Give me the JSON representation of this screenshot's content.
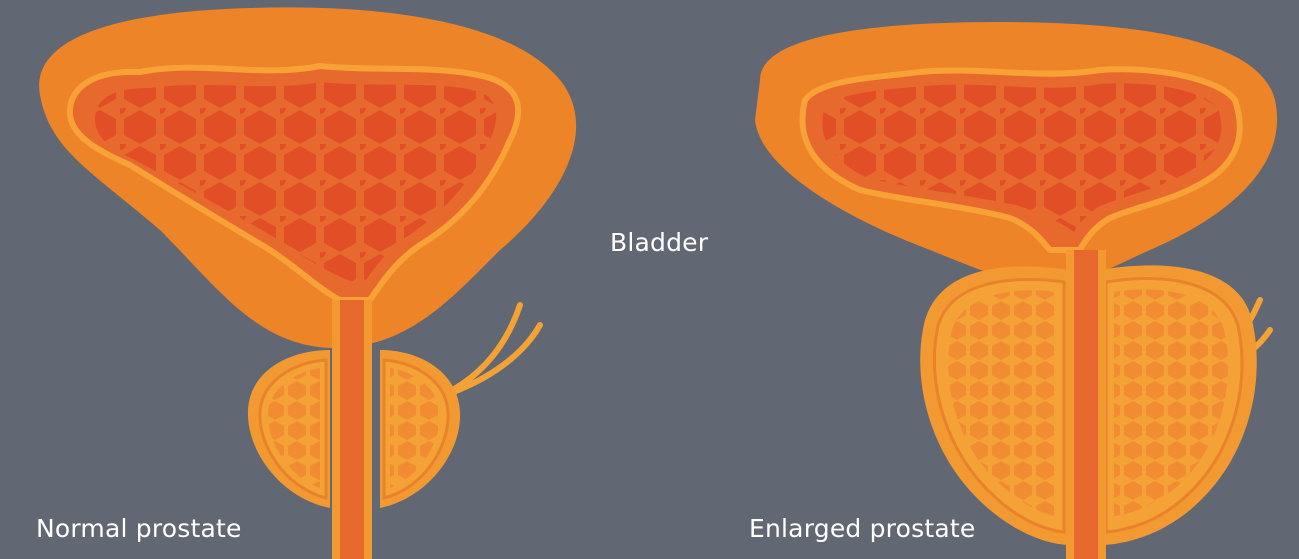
{
  "labels": {
    "normal": "Normal prostate",
    "bladder": "Bladder",
    "enlarged": "Enlarged prostate"
  },
  "colors": {
    "background": "#626873",
    "bladder_outer": "#ED8427",
    "bladder_wall_line": "#F7A237",
    "bladder_inner": "#E8692E",
    "cells_dark": "#E24F27",
    "prostate_outline": "#F29A31",
    "prostate_fill": "#F4A236",
    "prostate_rim": "#E8822B",
    "prostate_cells": "#F18C33",
    "urethra": "#EF7B2A"
  },
  "icons": {
    "normal": "normal-prostate-illustration",
    "enlarged": "enlarged-prostate-illustration"
  }
}
